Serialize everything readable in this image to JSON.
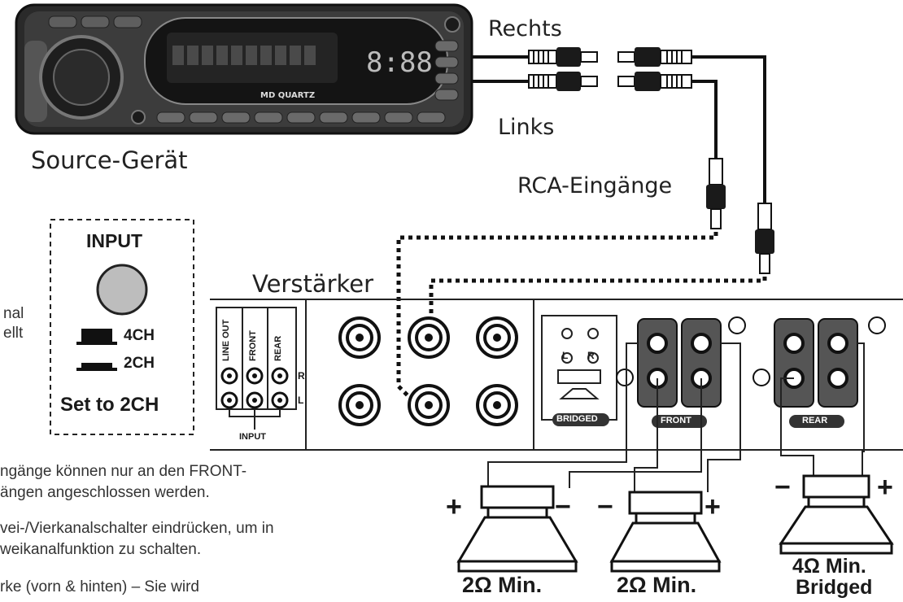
{
  "labels": {
    "rechts": "Rechts",
    "links": "Links",
    "rca_inputs": "RCA-Eingänge",
    "source_device": "Source-Gerät",
    "amplifier": "Verstärker"
  },
  "head_unit": {
    "brand": "MD QUARTZ",
    "display_digits": "8:88"
  },
  "input_switch": {
    "title": "INPUT",
    "option_4ch": "4CH",
    "option_2ch": "2CH",
    "instruction": "Set to 2CH"
  },
  "left_fragments": {
    "line1": "nal",
    "line2": "ellt"
  },
  "amp_panel": {
    "line_out": "LINE OUT",
    "front": "FRONT",
    "rear": "REAR",
    "input": "INPUT",
    "r": "R",
    "l": "L",
    "bridged": "BRIDGED",
    "front_badge": "FRONT",
    "rear_badge": "REAR",
    "bridge_l": "L",
    "bridge_r": "R"
  },
  "notes": [
    "ngänge können nur an den FRONT-",
    "ängen angeschlossen werden.",
    "vei-/Vierkanalschalter eindrücken, um in",
    "weikanalfunktion zu schalten.",
    "rke (vorn & hinten) – Sie wird"
  ],
  "speakers": [
    {
      "plus": "+",
      "minus": "−",
      "rating": "2Ω Min."
    },
    {
      "plus": "+",
      "minus": "−",
      "rating": "2Ω Min."
    },
    {
      "plus": "+",
      "minus": "−",
      "rating": "4Ω Min.",
      "sub": "Bridged"
    }
  ]
}
